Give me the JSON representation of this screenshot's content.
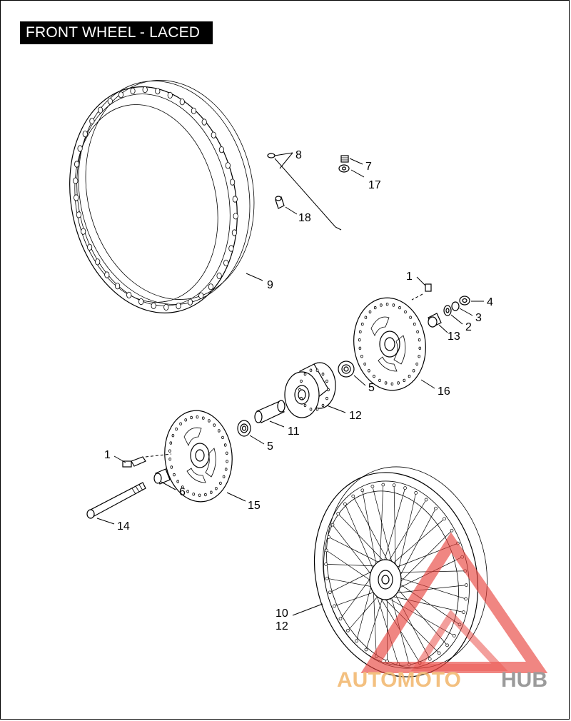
{
  "title": "FRONT WHEEL - LACED",
  "callouts": {
    "c1a": "1",
    "c1b": "1",
    "c2": "2",
    "c3": "3",
    "c4": "4",
    "c5a": "5",
    "c5b": "5",
    "c6": "6",
    "c7": "7",
    "c8": "8",
    "c9": "9",
    "c10": "10",
    "c11": "11",
    "c12a": "12",
    "c12b": "12",
    "c13": "13",
    "c14": "14",
    "c15": "15",
    "c16": "16",
    "c17": "17",
    "c18": "18"
  },
  "watermark": {
    "part1": "AUTOMOTO",
    "part2": "HUB",
    "color_accent": "#e8423c",
    "color_text": "#f2b66b",
    "color_gray": "#8a8a8a"
  }
}
